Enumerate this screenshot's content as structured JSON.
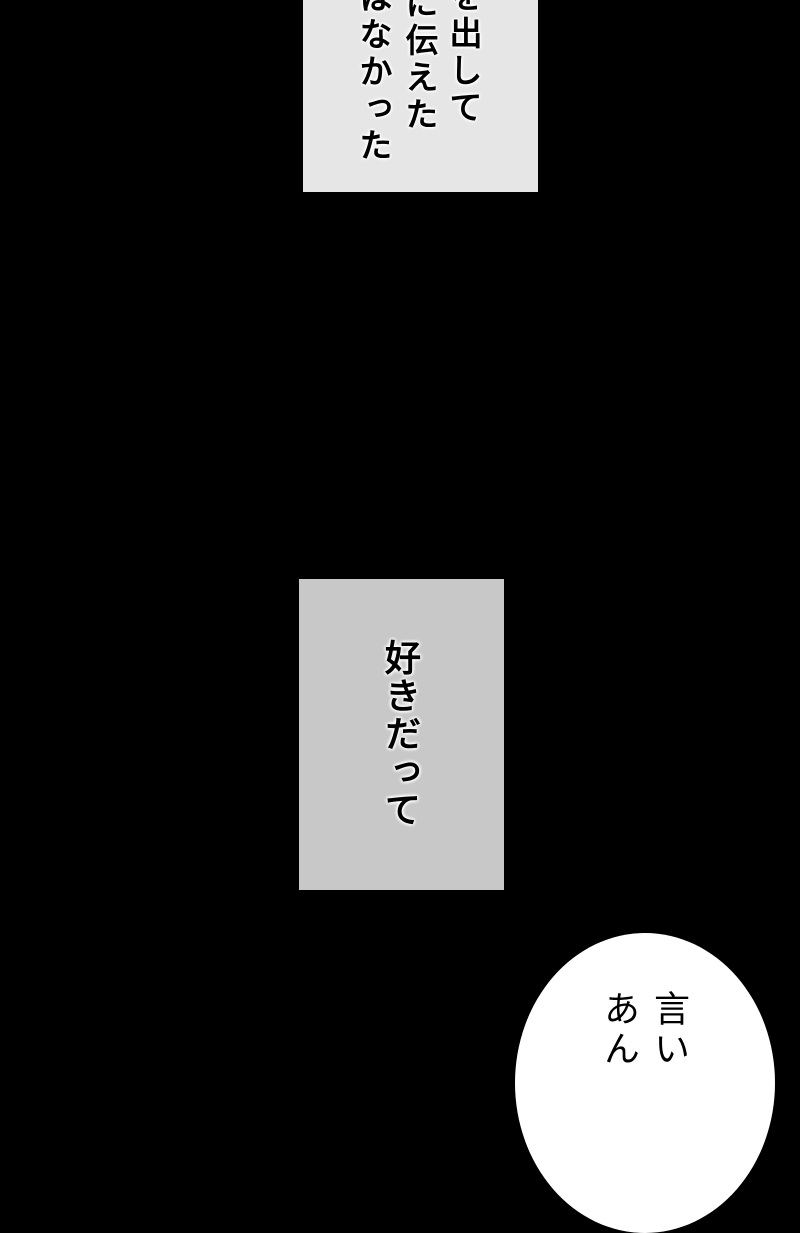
{
  "caption_top": {
    "lines": [
      "を出して",
      "に伝えた",
      "はなかった"
    ]
  },
  "caption_middle": {
    "text": "好きだって"
  },
  "speech_bubble": {
    "lines": [
      "言い",
      "あん"
    ]
  }
}
